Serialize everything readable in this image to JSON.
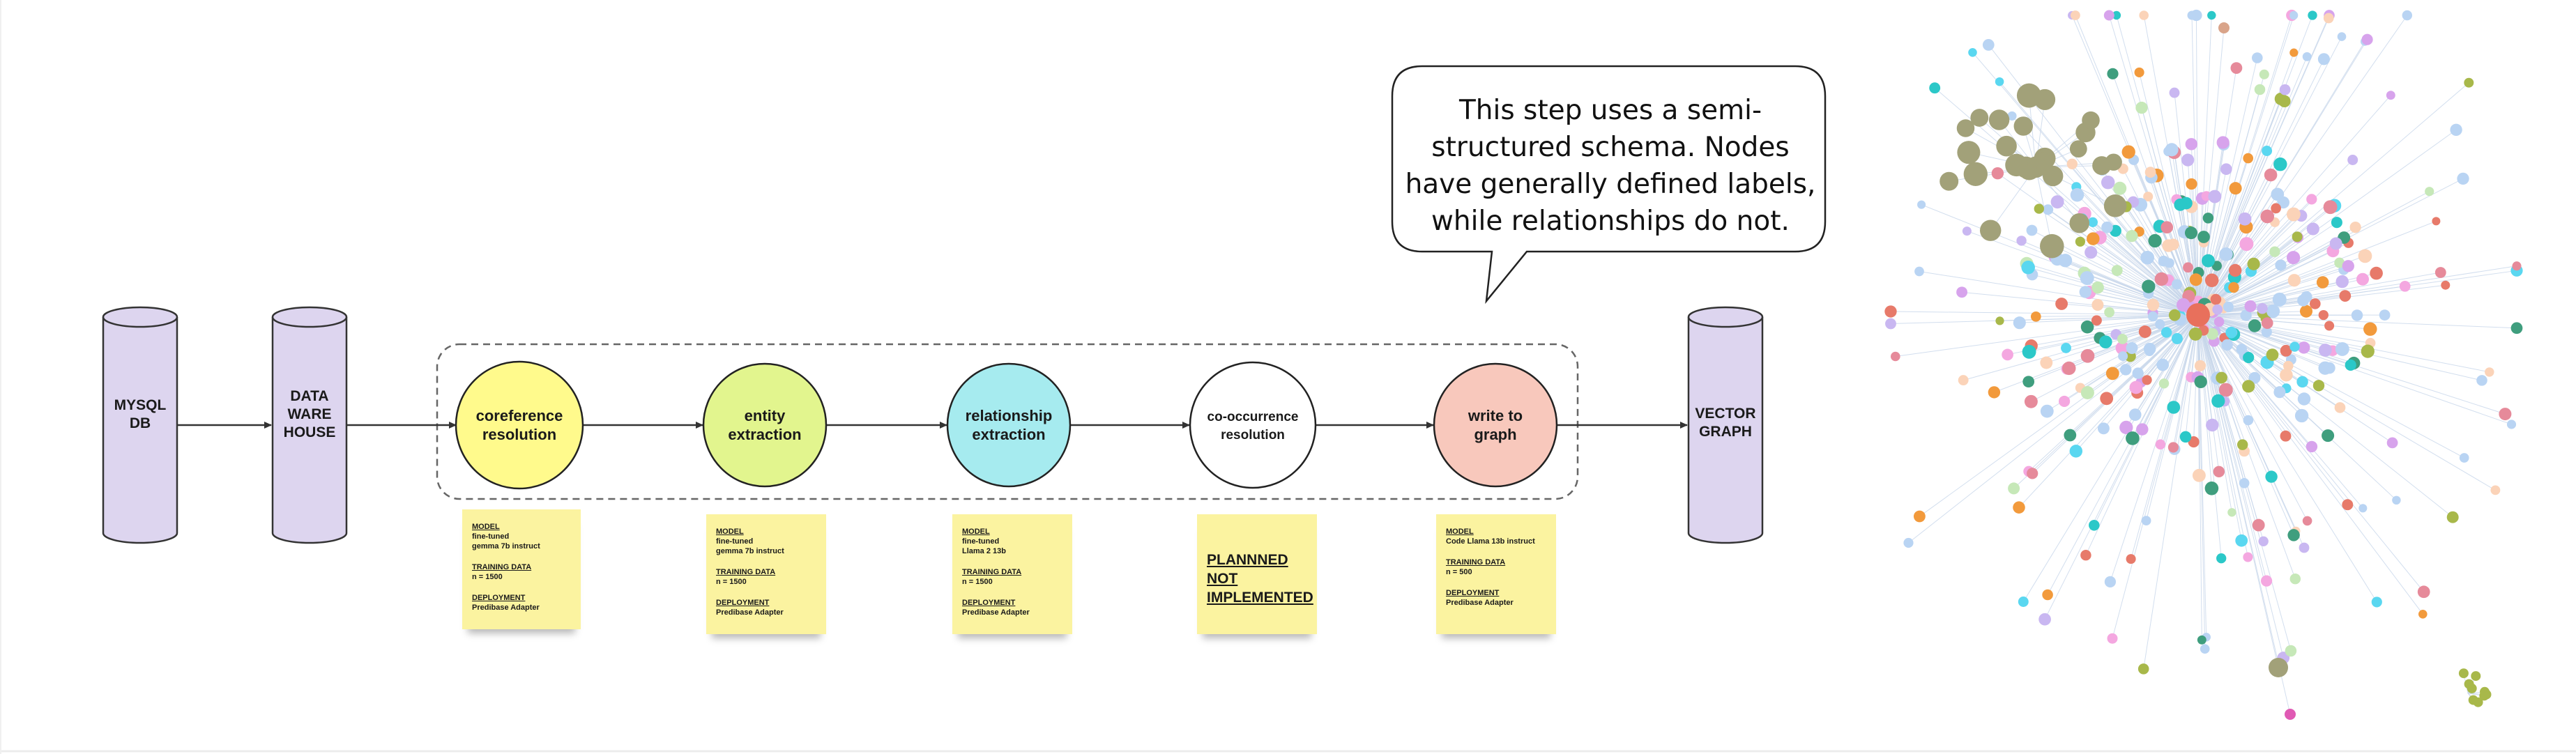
{
  "source_db": {
    "line1": "MYSQL",
    "line2": "DB"
  },
  "warehouse": {
    "line1": "DATA",
    "line2": "WARE",
    "line3": "HOUSE"
  },
  "target": {
    "line1": "VECTOR",
    "line2": "GRAPH"
  },
  "steps": [
    {
      "line1": "coreference",
      "line2": "resolution",
      "color": "#fffa8c"
    },
    {
      "line1": "entity",
      "line2": "extraction",
      "color": "#e2f58e"
    },
    {
      "line1": "relationship",
      "line2": "extraction",
      "color": "#a6ebef"
    },
    {
      "line1": "co-occurrence",
      "line2": "resolution",
      "color": "#ffffff"
    },
    {
      "line1": "write to",
      "line2": "graph",
      "color": "#f8c8bc"
    }
  ],
  "notes": [
    {
      "model_h": "MODEL",
      "model": "fine-tuned\ngemma 7b instruct",
      "data_h": "TRAINING DATA",
      "data": "n = 1500",
      "deploy_h": "DEPLOYMENT",
      "deploy": "Predibase Adapter"
    },
    {
      "model_h": "MODEL",
      "model": "fine-tuned\ngemma 7b instruct",
      "data_h": "TRAINING DATA",
      "data": "n = 1500",
      "deploy_h": "DEPLOYMENT",
      "deploy": "Predibase Adapter"
    },
    {
      "model_h": "MODEL",
      "model": "fine-tuned\nLlama 2 13b",
      "data_h": "TRAINING DATA",
      "data": "n = 1500",
      "deploy_h": "DEPLOYMENT",
      "deploy": "Predibase Adapter"
    },
    {
      "planned": "PLANNNED\nNOT\nIMPLEMENTED"
    },
    {
      "model_h": "MODEL",
      "model": "Code Llama 13b instruct",
      "data_h": "TRAINING DATA",
      "data": "n = 500",
      "deploy_h": "DEPLOYMENT",
      "deploy": "Predibase Adapter"
    }
  ],
  "callout": {
    "text": "This step uses a semi-structured schema. Nodes have generally defined labels, while relationships do not."
  },
  "colors": {
    "cylinder": "#ddd5ef",
    "sticky_note": "#fbf3a0",
    "graph_hub": "#e8705c",
    "graph_edges": "#c7d6ea"
  }
}
